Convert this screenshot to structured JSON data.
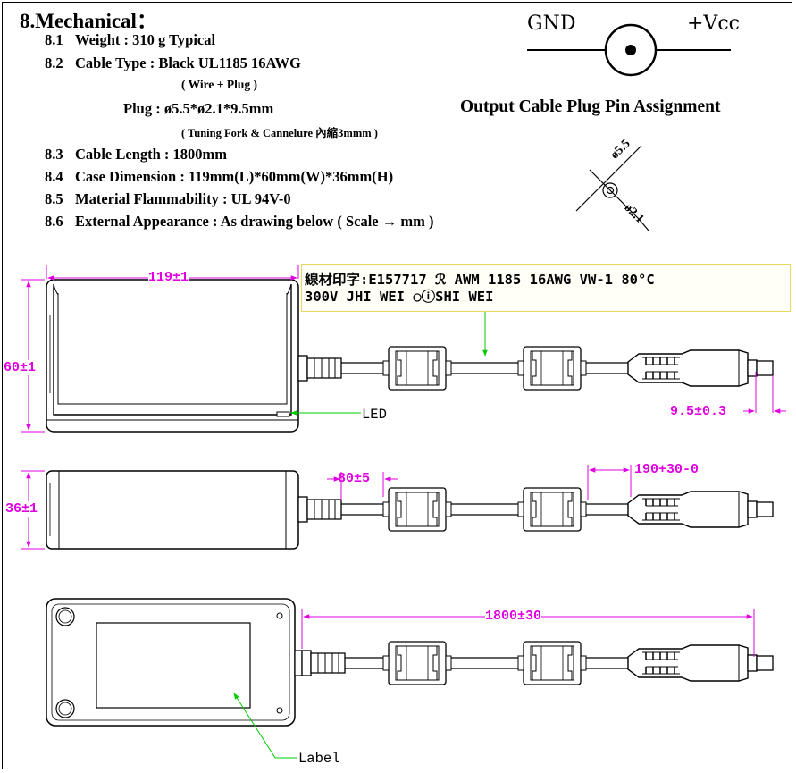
{
  "title": "8.Mechanical：",
  "specs": {
    "weight_no": "8.1",
    "weight": "Weight  :  310 g   Typical",
    "cable_no": "8.2",
    "cable": "Cable Type :  Black  UL1185  16AWG",
    "cable_sub": "( Wire + Plug )",
    "plug": "Plug  :   ø5.5*ø2.1*9.5mm",
    "plug_sub": "( Tuning Fork & Cannelure 內縮3mmm  )",
    "length_no": "8.3",
    "length": "Cable Length : 1800mm",
    "case_no": "8.4",
    "case": "Case Dimension : 119mm(L)*60mm(W)*36mm(H)",
    "material_no": "8.5",
    "material": "Material  Flammability : UL 94V-0",
    "appearance_no": "8.6",
    "appearance": "External  Appearance : As drawing below ( Scale → mm )"
  },
  "pin_assignment": {
    "title": "Output Cable Plug Pin Assignment",
    "gnd": "GND",
    "vcc": "+Vcc",
    "outer_diameter": "ø5.5",
    "inner_diameter": "ø2.1"
  },
  "cable_print": {
    "line1": "線材印字:E157717 ℛ AWM 1185 16AWG VW-1 80°C",
    "line2": "300V JHI WEI ○ⓘSHI WEI"
  },
  "dimensions": {
    "length": "119±1",
    "width": "60±1",
    "height": "36±1",
    "plug_length": "9.5±0.3",
    "strain_relief": "80±5",
    "plug_ferrite": "190+30-0",
    "cable_length": "1800±30"
  },
  "labels": {
    "led": "LED",
    "label": "Label"
  },
  "colors": {
    "dimension": "#e000e0",
    "leader": "#00cc00",
    "print_box_border": "#e8d75a"
  }
}
